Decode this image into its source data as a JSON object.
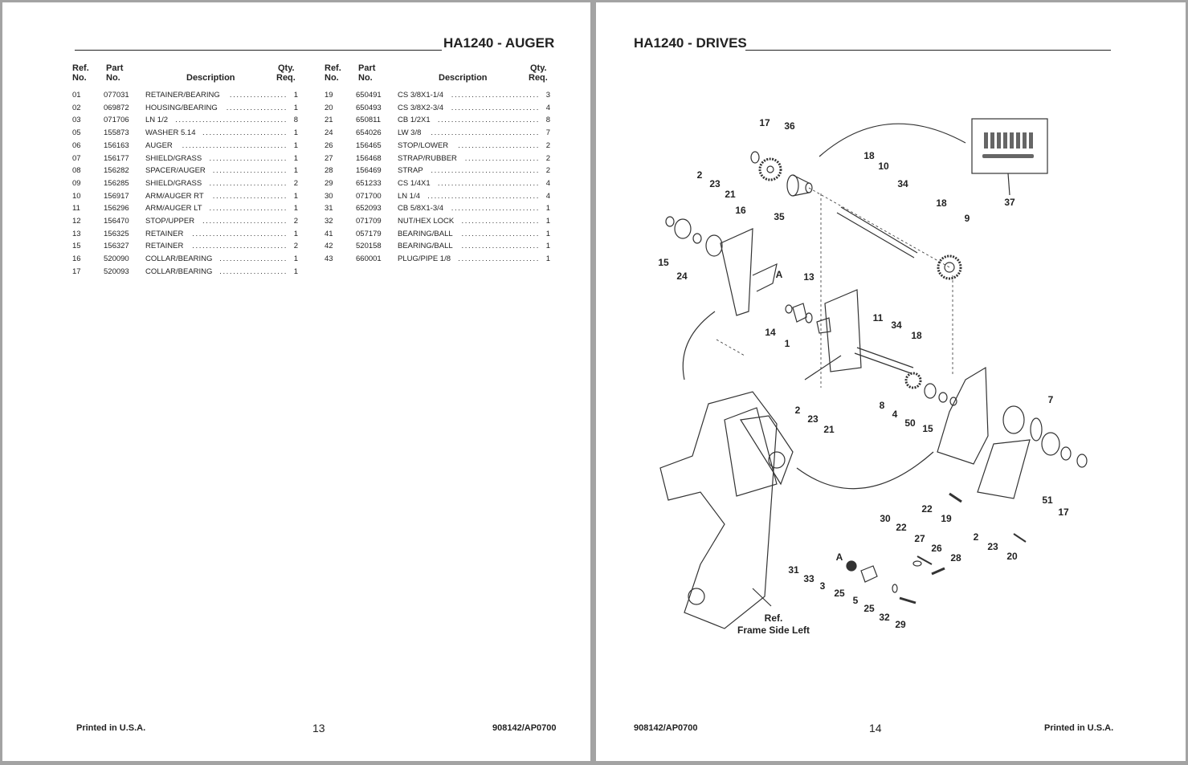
{
  "left_page": {
    "title": "HA1240 - AUGER",
    "headers": {
      "ref": [
        "Ref.",
        "No."
      ],
      "part": [
        "Part",
        "No."
      ],
      "description": "Description",
      "qty": [
        "Qty.",
        "Req."
      ]
    },
    "columns": [
      [
        {
          "ref": "01",
          "part": "077031",
          "description": "RETAINER/BEARING",
          "qty": "1"
        },
        {
          "ref": "02",
          "part": "069872",
          "description": "HOUSING/BEARING",
          "qty": "1"
        },
        {
          "ref": "03",
          "part": "071706",
          "description": "LN 1/2",
          "qty": "8"
        },
        {
          "ref": "05",
          "part": "155873",
          "description": "WASHER 5.14",
          "qty": "1"
        },
        {
          "ref": "06",
          "part": "156163",
          "description": "AUGER",
          "qty": "1"
        },
        {
          "ref": "07",
          "part": "156177",
          "description": "SHIELD/GRASS",
          "qty": "1"
        },
        {
          "ref": "08",
          "part": "156282",
          "description": "SPACER/AUGER",
          "qty": "1"
        },
        {
          "ref": "09",
          "part": "156285",
          "description": "SHIELD/GRASS",
          "qty": "2"
        },
        {
          "ref": "10",
          "part": "156917",
          "description": "ARM/AUGER RT",
          "qty": "1"
        },
        {
          "ref": "11",
          "part": "156296",
          "description": "ARM/AUGER LT",
          "qty": "1"
        },
        {
          "ref": "12",
          "part": "156470",
          "description": "STOP/UPPER",
          "qty": "2"
        },
        {
          "ref": "13",
          "part": "156325",
          "description": "RETAINER",
          "qty": "1"
        },
        {
          "ref": "15",
          "part": "156327",
          "description": "RETAINER",
          "qty": "2"
        },
        {
          "ref": "16",
          "part": "520090",
          "description": "COLLAR/BEARING",
          "qty": "1"
        },
        {
          "ref": "17",
          "part": "520093",
          "description": "COLLAR/BEARING",
          "qty": "1"
        }
      ],
      [
        {
          "ref": "19",
          "part": "650491",
          "description": "CS 3/8X1-1/4",
          "qty": "3"
        },
        {
          "ref": "20",
          "part": "650493",
          "description": "CS 3/8X2-3/4",
          "qty": "4"
        },
        {
          "ref": "21",
          "part": "650811",
          "description": "CB 1/2X1",
          "qty": "8"
        },
        {
          "ref": "24",
          "part": "654026",
          "description": "LW 3/8",
          "qty": "7"
        },
        {
          "ref": "26",
          "part": "156465",
          "description": "STOP/LOWER",
          "qty": "2"
        },
        {
          "ref": "27",
          "part": "156468",
          "description": "STRAP/RUBBER",
          "qty": "2"
        },
        {
          "ref": "28",
          "part": "156469",
          "description": "STRAP",
          "qty": "2"
        },
        {
          "ref": "29",
          "part": "651233",
          "description": "CS 1/4X1",
          "qty": "4"
        },
        {
          "ref": "30",
          "part": "071700",
          "description": "LN 1/4",
          "qty": "4"
        },
        {
          "ref": "31",
          "part": "652093",
          "description": "CB 5/8X1-3/4",
          "qty": "1"
        },
        {
          "ref": "32",
          "part": "071709",
          "description": "NUT/HEX LOCK",
          "qty": "1"
        },
        {
          "ref": "41",
          "part": "057179",
          "description": "BEARING/BALL",
          "qty": "1"
        },
        {
          "ref": "42",
          "part": "520158",
          "description": "BEARING/BALL",
          "qty": "1"
        },
        {
          "ref": "43",
          "part": "660001",
          "description": "PLUG/PIPE 1/8",
          "qty": "1"
        }
      ]
    ],
    "footer": {
      "left": "Printed in U.S.A.",
      "page": "13",
      "right": "908142/AP0700"
    }
  },
  "right_page": {
    "title": "HA1240 - DRIVES",
    "callouts": [
      "17",
      "36",
      "18",
      "10",
      "34",
      "2",
      "23",
      "21",
      "16",
      "35",
      "18",
      "9",
      "37",
      "15",
      "24",
      "A",
      "13",
      "14",
      "1",
      "11",
      "34",
      "18",
      "7",
      "8",
      "4",
      "50",
      "15",
      "2",
      "23",
      "21",
      "51",
      "17",
      "22",
      "19",
      "30",
      "22",
      "27",
      "26",
      "28",
      "2",
      "23",
      "20",
      "A",
      "31",
      "33",
      "3",
      "25",
      "5",
      "25",
      "32",
      "29"
    ],
    "ref_label": [
      "Ref.",
      "Frame Side Left"
    ],
    "footer": {
      "left": "908142/AP0700",
      "page": "14",
      "right": "Printed in U.S.A."
    }
  }
}
